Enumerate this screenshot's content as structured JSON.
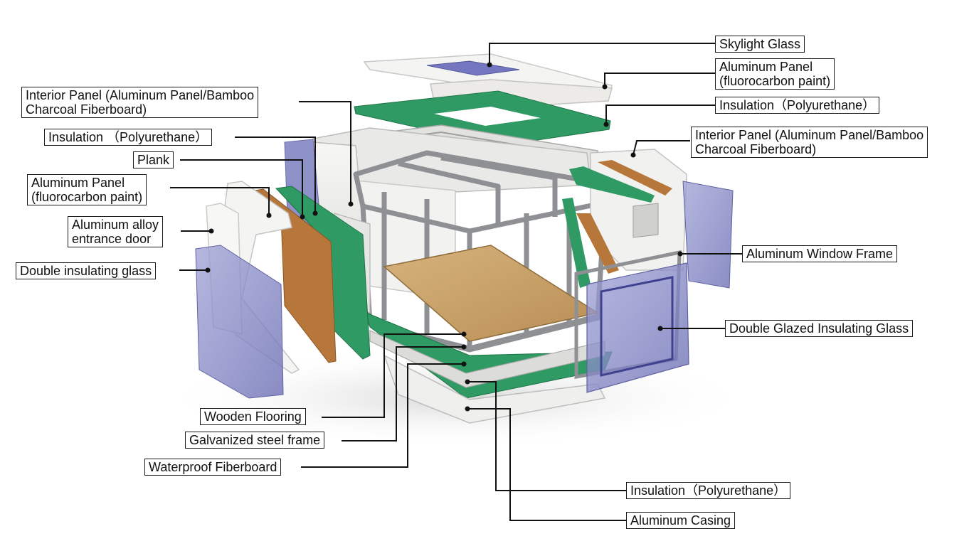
{
  "diagram": {
    "labels": {
      "skylight_glass": [
        "Skylight Glass"
      ],
      "aluminum_panel_roof": [
        "Aluminum Panel",
        "(fluorocarbon paint)"
      ],
      "insulation_roof": [
        "Insulation（Polyurethane）"
      ],
      "interior_panel_right": [
        "Interior Panel (Aluminum Panel/Bamboo",
        "Charcoal Fiberboard)"
      ],
      "aluminum_window_frame": [
        "Aluminum Window Frame"
      ],
      "double_glazed_glass": [
        "Double Glazed Insulating Glass"
      ],
      "interior_panel_left": [
        "Interior Panel (Aluminum Panel/Bamboo",
        "Charcoal Fiberboard)"
      ],
      "insulation_left": [
        "Insulation （Polyurethane）"
      ],
      "plank": [
        "Plank"
      ],
      "aluminum_panel_left": [
        "Aluminum Panel",
        "(fluorocarbon paint)"
      ],
      "entrance_door": [
        "Aluminum alloy",
        "entrance door"
      ],
      "double_insulating_glass": [
        "Double insulating glass"
      ],
      "wooden_flooring": [
        "Wooden Flooring"
      ],
      "galvanized_frame": [
        "Galvanized steel frame"
      ],
      "waterproof_fiberboard": [
        "Waterproof Fiberboard"
      ],
      "insulation_floor": [
        "Insulation（Polyurethane）"
      ],
      "aluminum_casing": [
        "Aluminum Casing"
      ]
    },
    "colors": {
      "insulation_green": "#2f9a63",
      "wood_plank_brown": "#b8773a",
      "glass_purple": "#7b7fc2",
      "aluminum_white": "#eeeeec",
      "steel_gray": "#8e9094",
      "floor_wood": "#c9a46c",
      "leader_line": "#111111"
    }
  }
}
